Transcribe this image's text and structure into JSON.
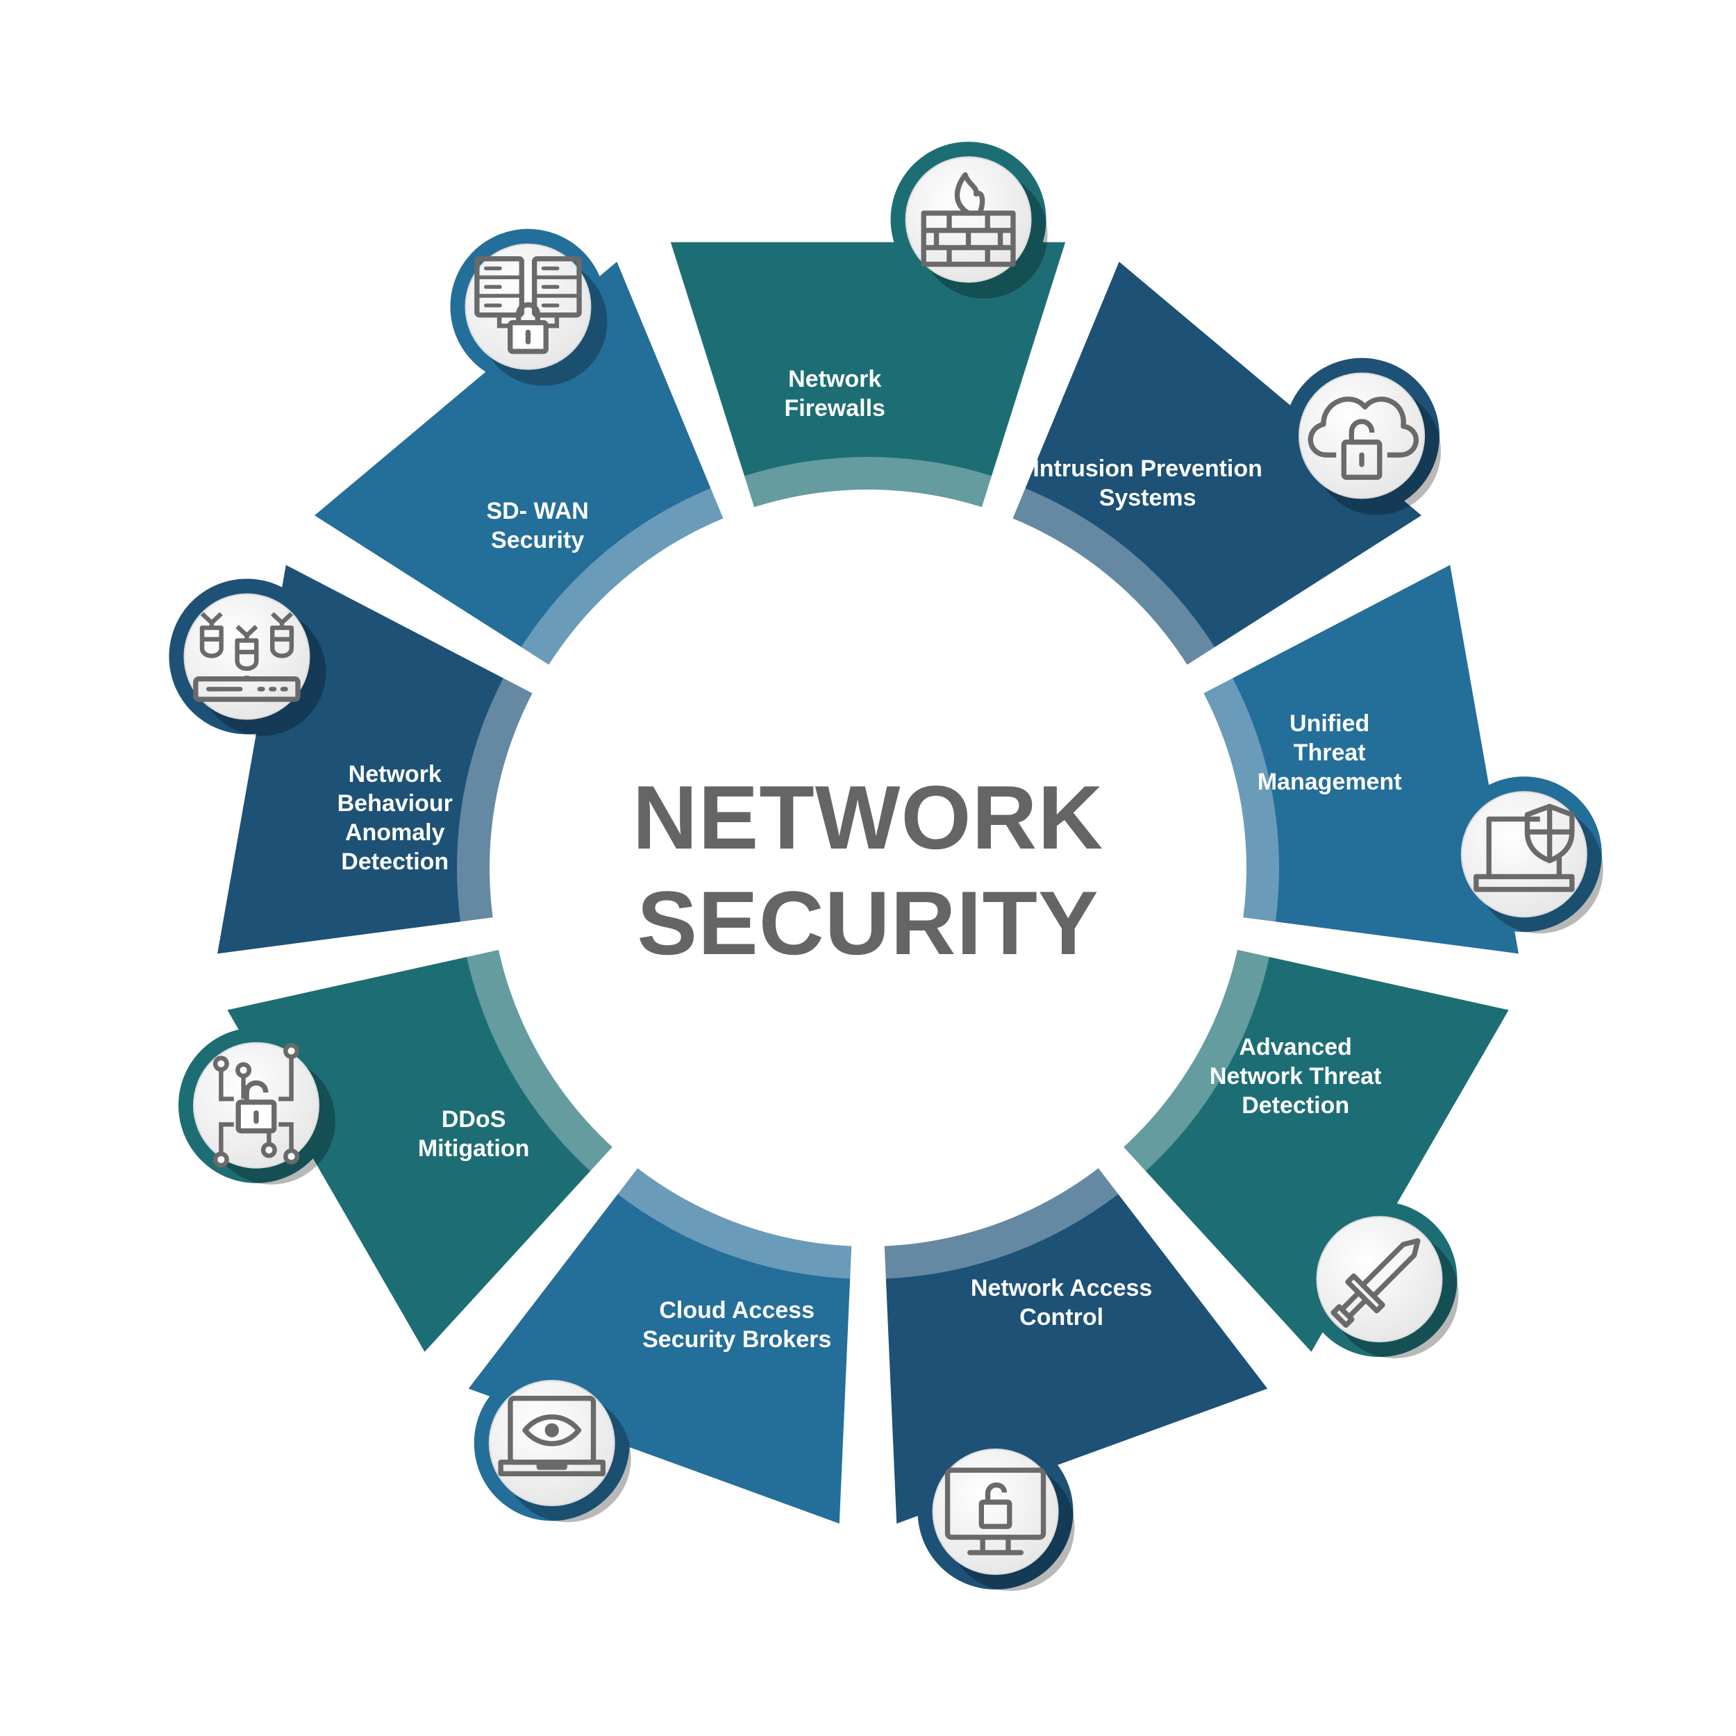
{
  "title": "NETWORK\nSECURITY",
  "colors": {
    "teal": "#1d6e74",
    "blue": "#246e9a",
    "navy": "#1d5176",
    "icon_stroke": "#6a6a6a",
    "title": "#656565"
  },
  "segments": [
    {
      "label": "Network\nFirewalls",
      "icon": "firewall-icon",
      "color": "#1d6e74"
    },
    {
      "label": "Intrusion Prevention\nSystems",
      "icon": "cloud-lock-icon",
      "color": "#1d5176"
    },
    {
      "label": "Unified\nThreat\nManagement",
      "icon": "laptop-shield-icon",
      "color": "#246e9a"
    },
    {
      "label": "Advanced\nNetwork Threat\nDetection",
      "icon": "sword-icon",
      "color": "#1d6e74"
    },
    {
      "label": "Network Access\nControl",
      "icon": "monitor-lock-icon",
      "color": "#1d5176"
    },
    {
      "label": "Cloud Access\nSecurity Brokers",
      "icon": "laptop-eye-icon",
      "color": "#246e9a"
    },
    {
      "label": "DDoS\nMitigation",
      "icon": "circuit-lock-icon",
      "color": "#1d6e74"
    },
    {
      "label": "Network\nBehaviour\nAnomaly\nDetection",
      "icon": "bomb-device-icon",
      "color": "#1d5176"
    },
    {
      "label": "SD- WAN\nSecurity",
      "icon": "server-lock-icon",
      "color": "#246e9a"
    }
  ]
}
